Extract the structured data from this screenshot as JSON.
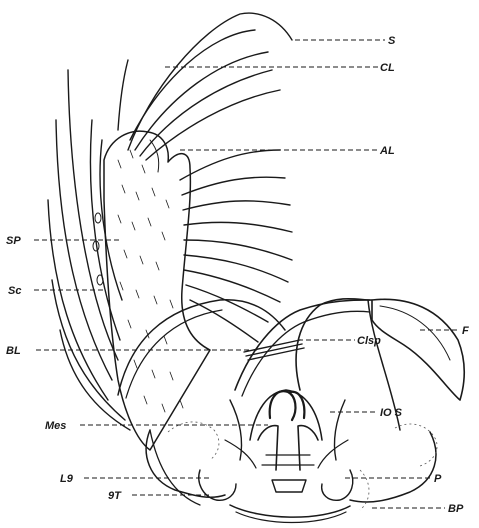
{
  "labels": {
    "S": "S",
    "CL": "CL",
    "AL": "AL",
    "SP": "SP",
    "Sc": "Sc",
    "BL": "BL",
    "Clsp": "Clsp",
    "F": "F",
    "Mes": "Mes",
    "IOS": "IO S",
    "L9": "L9",
    "P": "P",
    "9T": "9T",
    "BP": "BP"
  }
}
